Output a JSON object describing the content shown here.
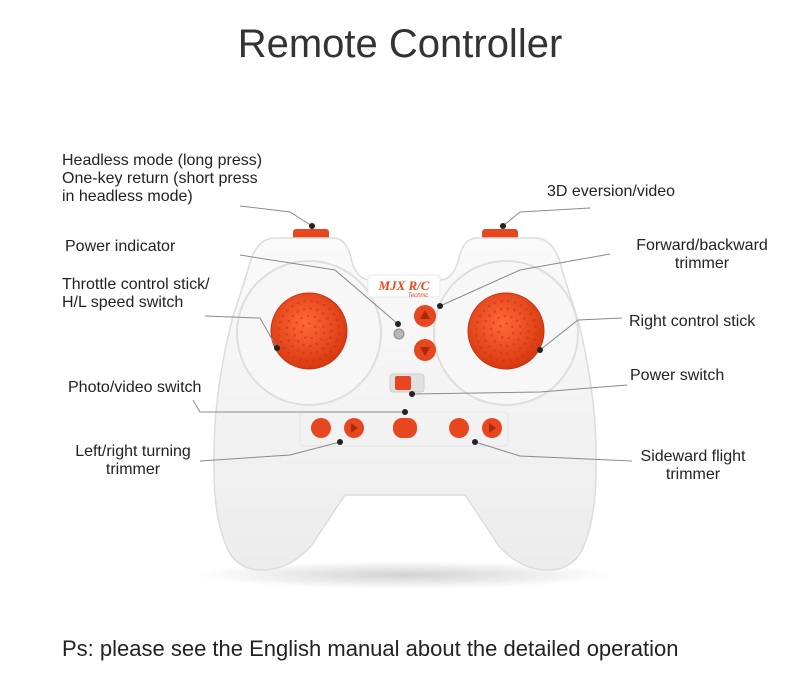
{
  "title": "Remote Controller",
  "brand": {
    "logo_text": "MJX R/C",
    "logo_subtext": "Technic"
  },
  "labels": {
    "headless_mode": [
      "Headless mode (long press)",
      "One-key return (short press",
      "in headless mode)"
    ],
    "eversion": "3D eversion/video",
    "power_indicator": "Power indicator",
    "forward_backward": [
      "Forward/backward",
      "trimmer"
    ],
    "throttle": [
      "Throttle control stick/",
      "H/L speed switch"
    ],
    "right_stick": "Right control stick",
    "power_switch": "Power switch",
    "photo_video": "Photo/video switch",
    "left_right": [
      "Left/right turning",
      "trimmer"
    ],
    "sideward": [
      "Sideward flight",
      "trimmer"
    ]
  },
  "footnote": "Ps: please see the English manual about the detailed operation",
  "colors": {
    "accent": "#e8461e",
    "body": "#f2f2f2",
    "leader": "#8a8a8a"
  }
}
